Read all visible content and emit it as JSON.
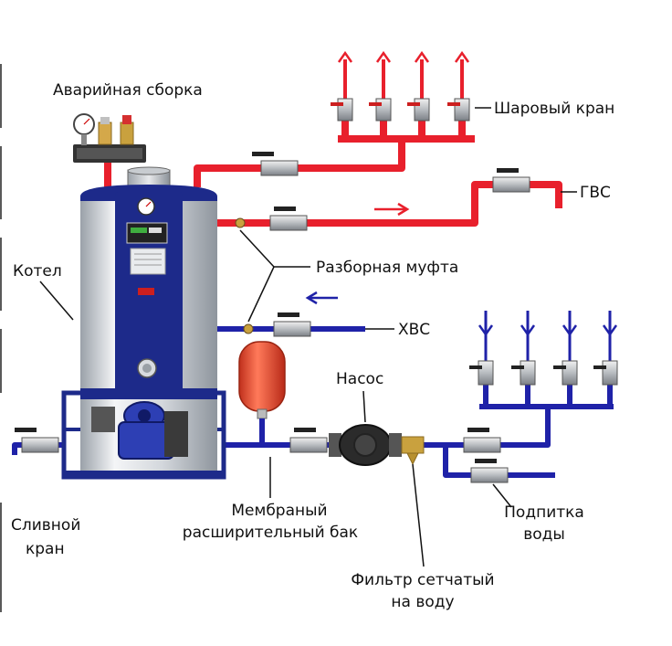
{
  "labels": {
    "emergency_assembly": "Аварийная сборка",
    "ball_valve": "Шаровый кран",
    "hot_water": "ГВС",
    "union_coupling": "Разборная муфта",
    "boiler": "Котел",
    "cold_water": "ХВС",
    "pump": "Насос",
    "membrane_tank_line1": "Мембраный",
    "membrane_tank_line2": "расширительный бак",
    "drain_valve_line1": "Сливной",
    "drain_valve_line2": "кран",
    "water_makeup_line1": "Подпитка",
    "water_makeup_line2": "воды",
    "mesh_filter_line1": "Фильтр сетчатый",
    "mesh_filter_line2": "на воду"
  },
  "colors": {
    "hot_pipe": "#e8202c",
    "cold_pipe": "#1f22a8",
    "boiler_blue": "#1d2a8a",
    "boiler_body": "#d9dde2",
    "tank_red": "#e8422a",
    "arrow_red": "#e8202c",
    "arrow_blue": "#1f22a8"
  }
}
